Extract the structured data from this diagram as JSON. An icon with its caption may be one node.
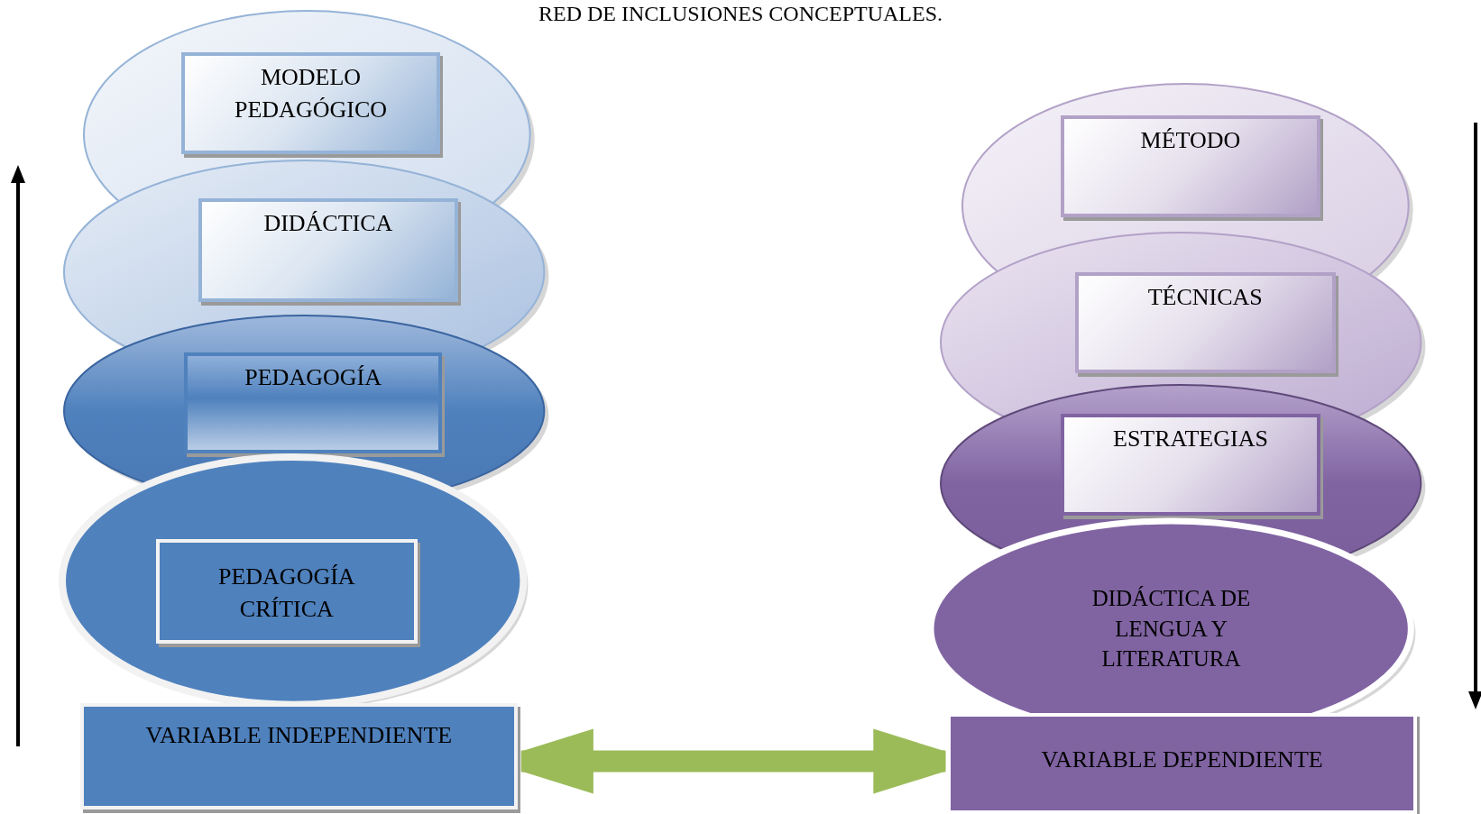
{
  "diagram": {
    "title": "RED DE INCLUSIONES CONCEPTUALES.",
    "nodes": [
      {
        "text": [],
        "shape": "ellipse"
      },
      {
        "text": [
          "MODELO PEDAGÓGICO"
        ],
        "in": 0
      },
      {
        "text": [],
        "shape": "ellipse"
      },
      {
        "text": [
          "DIDÁCTICA"
        ],
        "in": 2
      },
      {
        "text": [],
        "shape": "ellipse"
      },
      {
        "text": [
          "PEDAGOGÍA"
        ],
        "in": 4
      },
      {
        "text": [],
        "shape": "ellipse"
      },
      {
        "text": [
          "PEDAGOGÍA CRÍTICA"
        ],
        "in": 6
      },
      {
        "text": [
          "VARIABLE INDEPENDIENTE"
        ]
      },
      {
        "text": [],
        "shape": "ellipse"
      },
      {
        "text": [
          "MÉTODO"
        ],
        "in": 9
      },
      {
        "text": [],
        "shape": "ellipse"
      },
      {
        "text": [
          "TÉCNICAS"
        ],
        "in": 11
      },
      {
        "text": [],
        "shape": "ellipse"
      },
      {
        "text": [
          "ESTRATEGIAS"
        ],
        "in": 13
      },
      {
        "text": [
          "DIDÁCTICA DE LENGUA Y LITERATURA"
        ]
      },
      {
        "text": [
          "VARIABLE DEPENDIENTE"
        ]
      }
    ],
    "edges": [
      {
        "from": 8,
        "to": 16,
        "arrow": "both",
        "color": "#9bbb59"
      }
    ]
  }
}
